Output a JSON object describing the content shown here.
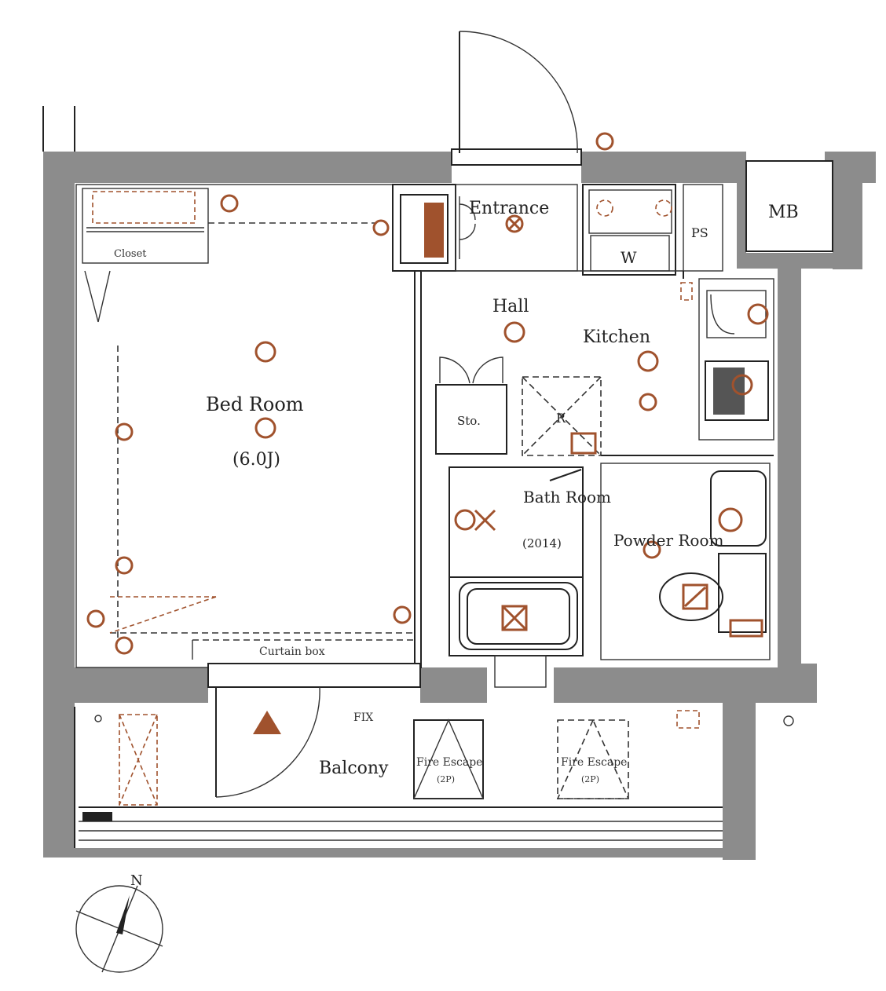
{
  "rooms": {
    "bed_room": "Bed Room",
    "bed_room_size": "(6.0J)",
    "entrance": "Entrance",
    "hall": "Hall",
    "kitchen": "Kitchen",
    "storage": "Sto.",
    "refrigerator": "R",
    "bath_room": "Bath Room",
    "bath_size": "(2014)",
    "powder_room": "Powder Room",
    "balcony": "Balcony",
    "mb": "MB",
    "ps": "PS",
    "washer": "W",
    "closet": "Closet"
  },
  "annotations": {
    "curtain_box": "Curtain box",
    "fix": "FIX",
    "fire_escape": "Fire Escape",
    "fire_escape_note": "(2P)",
    "compass": "N"
  },
  "colors": {
    "wall": "#8c8c8c",
    "fixture": "#a0522d",
    "ink": "#222222"
  }
}
